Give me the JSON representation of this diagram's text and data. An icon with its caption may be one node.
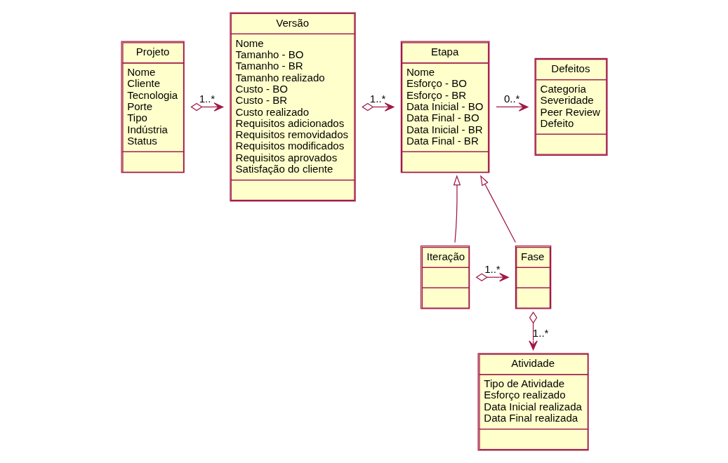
{
  "diagram": {
    "nodes": [
      {
        "text": [
          "Projeto",
          "Nome",
          "Cliente",
          "Tecnologia",
          "Porte",
          "Tipo",
          "Indústria",
          "Status"
        ]
      },
      {
        "text": [
          "Versão",
          "Nome",
          "Tamanho - BO",
          "Tamanho - BR",
          "Tamanho realizado",
          "Custo - BO",
          "Custo - BR",
          "Custo realizado",
          "Requisitos adicionados",
          "Requisitos removidados",
          "Requisitos modificados",
          "Requisitos aprovados",
          "Satisfação do cliente"
        ]
      },
      {
        "text": [
          "Etapa",
          "Nome",
          "Esforço - BO",
          "Esforço - BR",
          "Data Inicial - BO",
          "Data Final - BO",
          "Data Inicial - BR",
          "Data Final - BR"
        ]
      },
      {
        "text": [
          "Defeitos",
          "Categoria",
          "Severidade",
          "Peer Review",
          "Defeito"
        ]
      },
      {
        "text": [
          "Iteração"
        ]
      },
      {
        "text": [
          "Fase"
        ]
      },
      {
        "text": [
          "Atividade",
          "Tipo de Atividade",
          "Esforço realizado",
          "Data Inicial realizada",
          "Data Final realizada"
        ]
      }
    ],
    "edges": [
      {
        "from": 0,
        "to": 1,
        "arrow": "to",
        "label": "1..*"
      },
      {
        "from": 1,
        "to": 2,
        "arrow": "to",
        "label": "1..*"
      },
      {
        "from": 2,
        "to": 3,
        "arrow": "to",
        "label": "0..*"
      },
      {
        "from": 4,
        "to": 2,
        "arrow": "to"
      },
      {
        "from": 5,
        "to": 2,
        "arrow": "to"
      },
      {
        "from": 4,
        "to": 5,
        "arrow": "to",
        "label": "1..*"
      },
      {
        "from": 5,
        "to": 6,
        "arrow": "to",
        "label": "1..*"
      }
    ]
  }
}
